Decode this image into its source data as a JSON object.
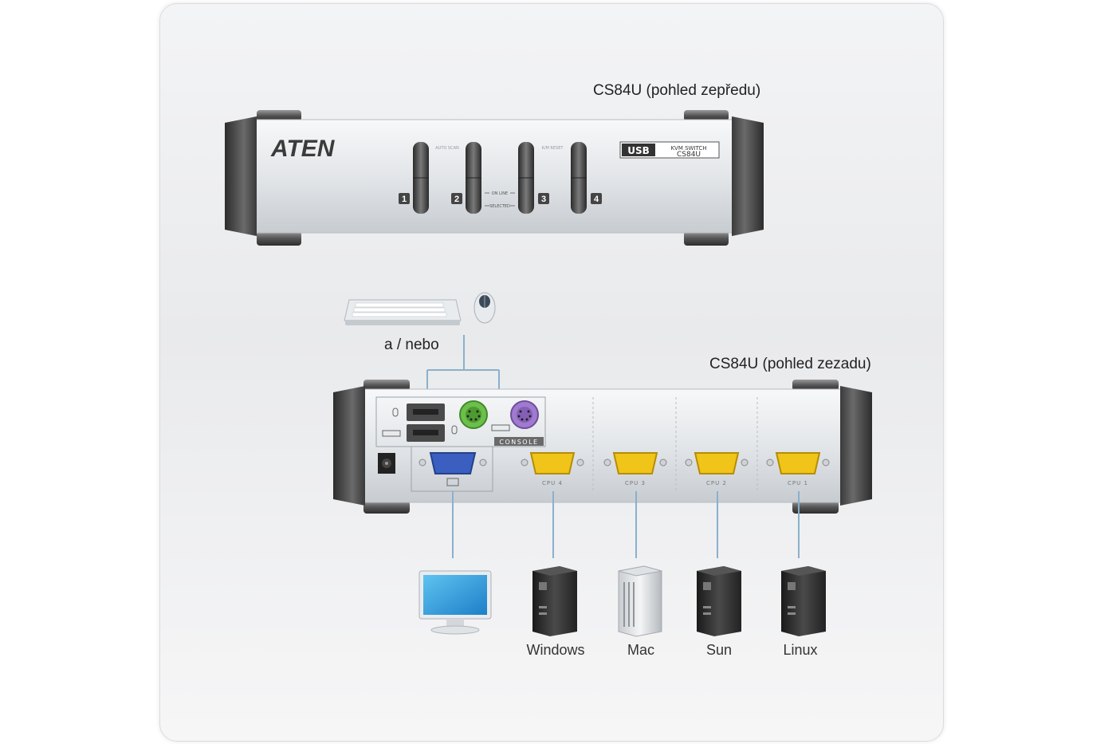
{
  "front_label": "CS84U (pohled zepředu)",
  "rear_label": "CS84U (pohled zezadu)",
  "or_label": "a / nebo",
  "brand": "ATEN",
  "badge": {
    "usb": "USB",
    "line1": "KVM SWITCH",
    "line2": "CS84U"
  },
  "front_ports": [
    "1",
    "2",
    "3",
    "4"
  ],
  "front_texts": {
    "auto_scan": "AUTO SCAN",
    "kvm_reset": "K/M RESET",
    "online": "ON LINE",
    "selected": "SELECTED"
  },
  "rear": {
    "console": "CONSOLE",
    "cpu_ports": [
      "CPU 4",
      "CPU 3",
      "CPU 2",
      "CPU 1"
    ]
  },
  "computers": [
    {
      "os": "Windows"
    },
    {
      "os": "Mac"
    },
    {
      "os": "Sun"
    },
    {
      "os": "Linux"
    }
  ],
  "colors": {
    "vga_monitor_port": "#3a5fc0",
    "cpu_port": "#f0c419",
    "ps2_mouse": "#6bbf4a",
    "ps2_keyboard": "#a07ad0",
    "cable": "#8ab0cc"
  }
}
